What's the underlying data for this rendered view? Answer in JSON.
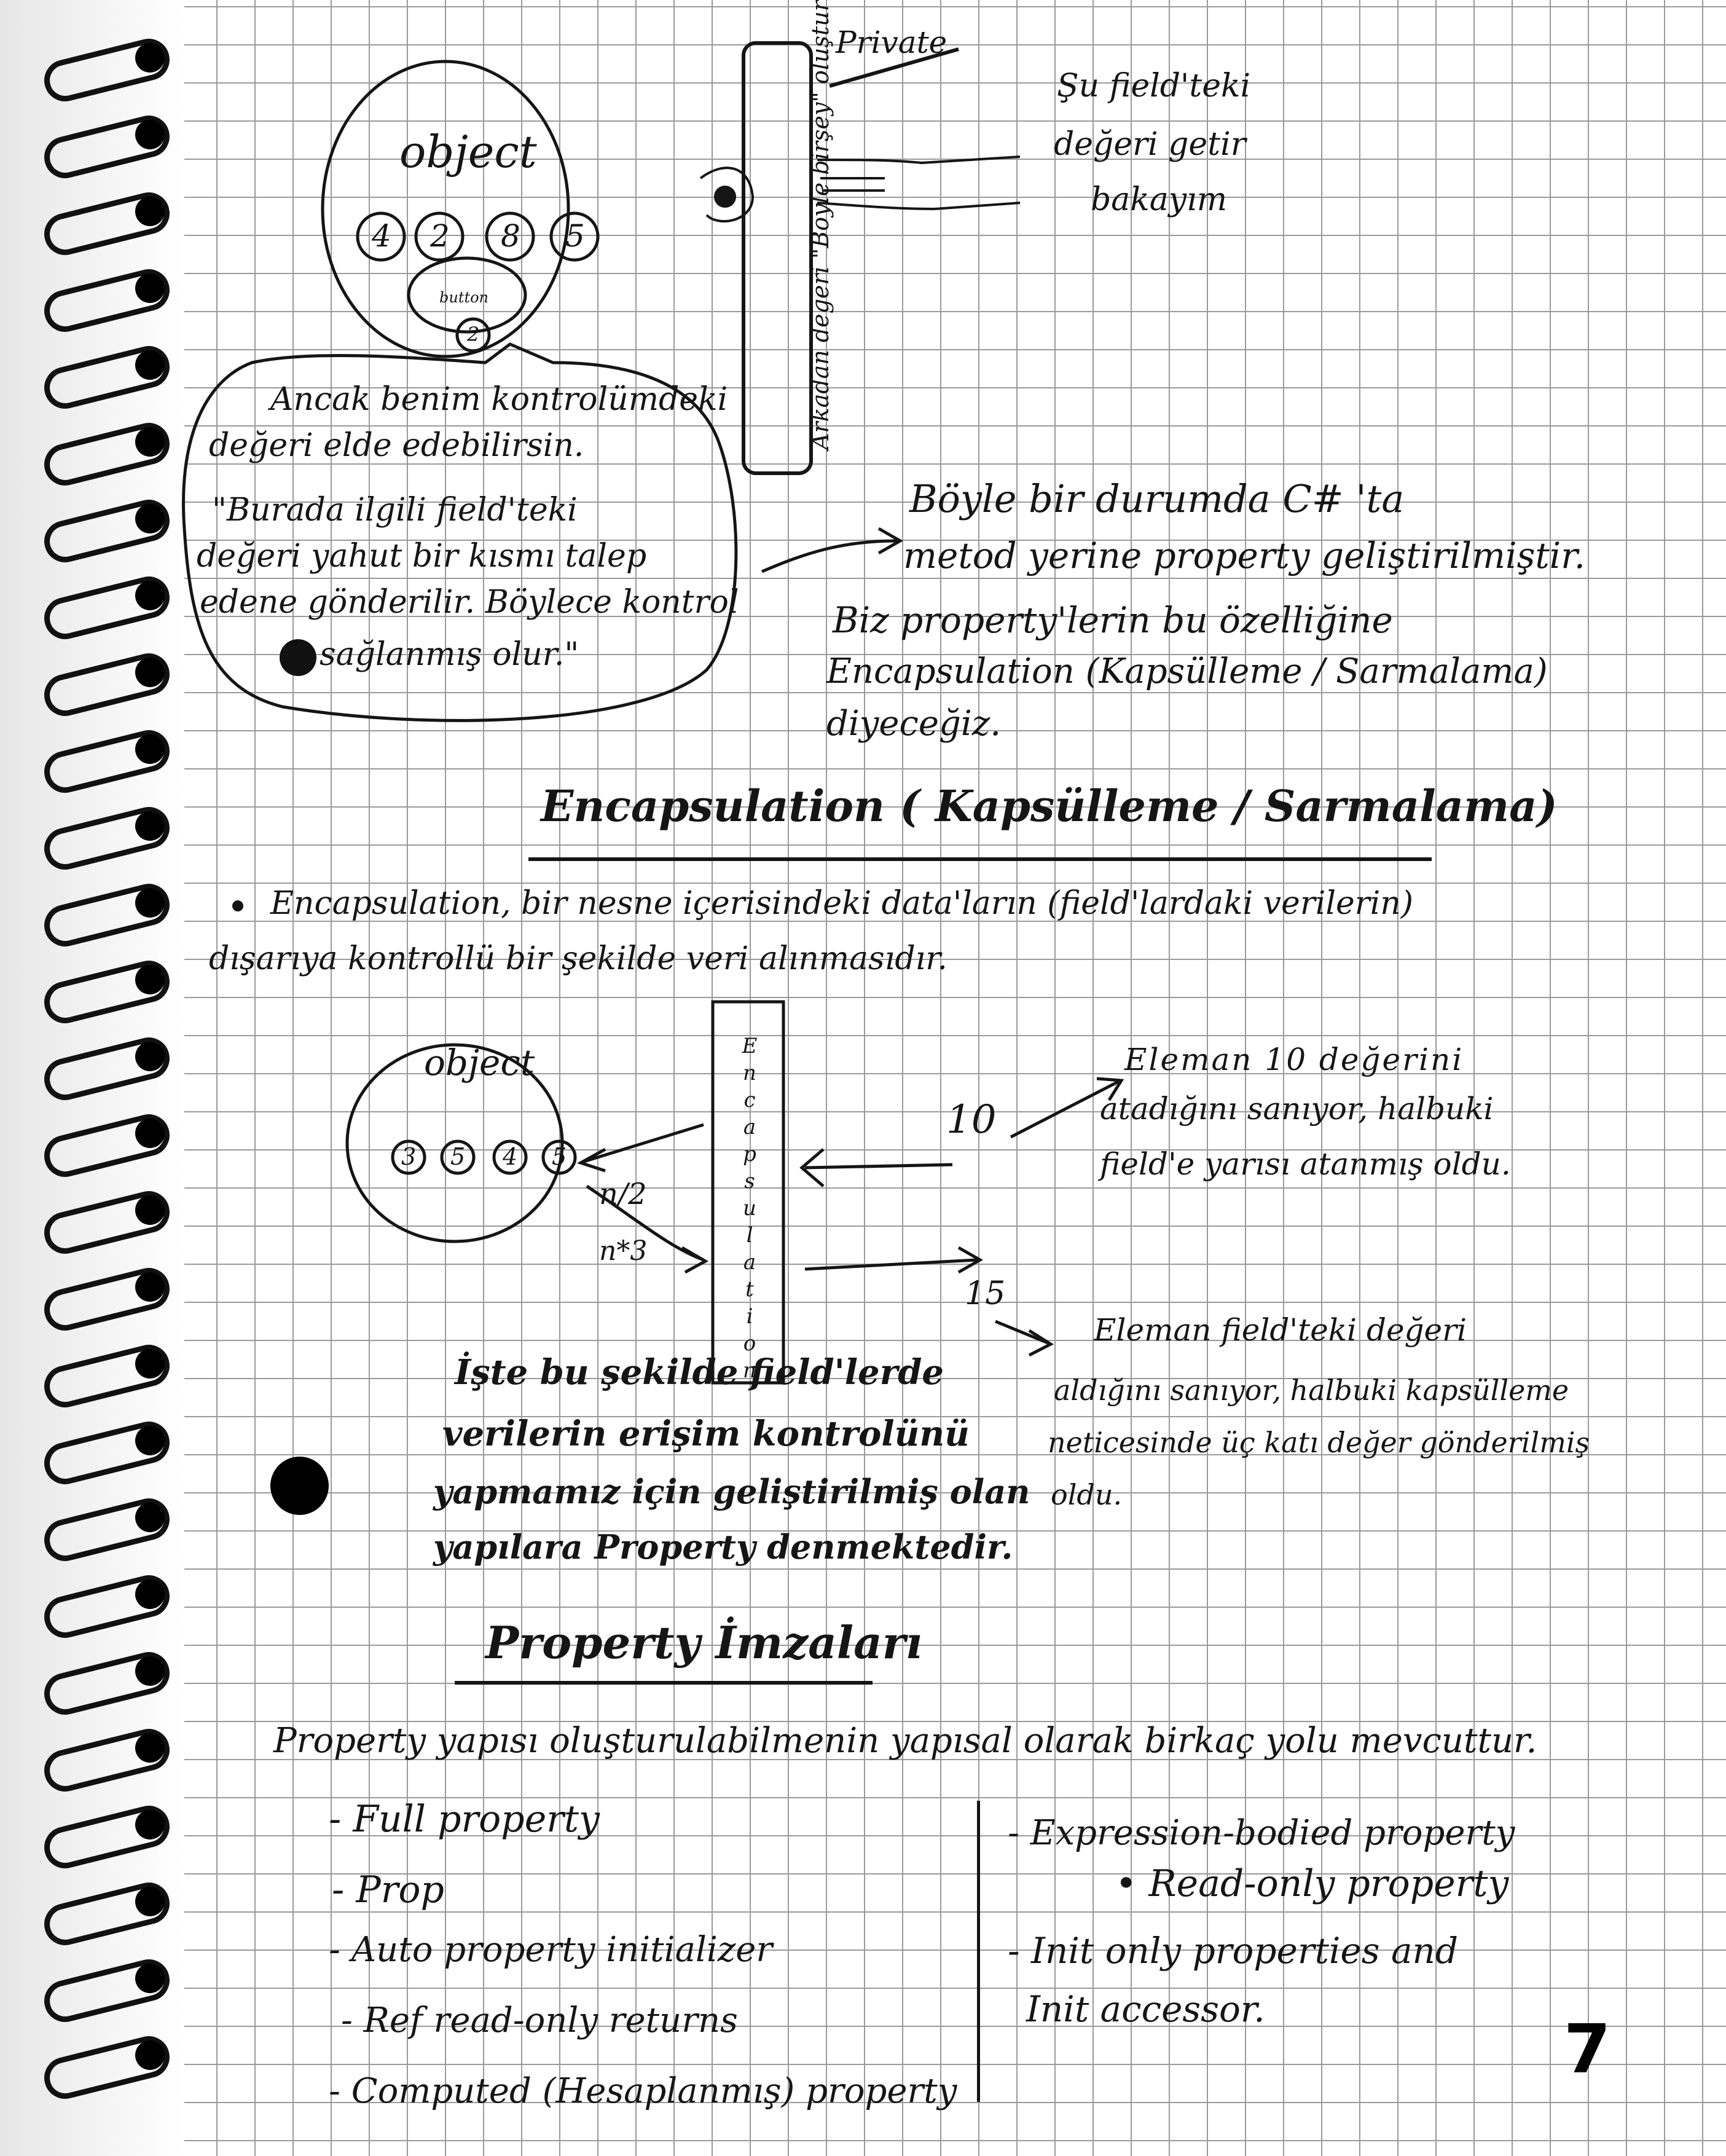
{
  "sketch1": {
    "object_label": "object",
    "field_values": [
      "4",
      "2",
      "8",
      "5"
    ],
    "button_label": "button",
    "button_value": "2"
  },
  "bubble": {
    "line1": "Ancak benim kontrolümdeki",
    "line2": "değeri elde edebilirsin.",
    "line3": "\"Burada ilgili field'teki",
    "line4": "değeri yahut bir kısmı talep",
    "line5": "edene gönderilir. Böylece kontrol",
    "line6": "sağlanmış olur.\""
  },
  "gate": {
    "label": "Private",
    "vertical_text": "Arkadan değeri \"Böyle birşey\" oluşturuyor"
  },
  "hand_note": [
    "Şu field'teki",
    "değeri getir",
    "bakayım"
  ],
  "csharp_note": {
    "line1": "Böyle bir durumda C# 'ta",
    "line2": "metod yerine property geliştirilmiştir.",
    "line3": "Biz property'lerin bu özelliğine",
    "line4": "Encapsulation (Kapsülleme / Sarmalama)",
    "line5": "diyeceğiz."
  },
  "section1": {
    "title": "Encapsulation ( Kapsülleme / Sarmalama)",
    "bullet_line1": "Encapsulation, bir nesne içerisindeki data'ların (field'lardaki verilerin)",
    "bullet_line2": "dışarıya kontrollü bir şekilde veri alınmasıdır."
  },
  "diagram2": {
    "object_label": "object",
    "field_values": [
      "3",
      "5",
      "4",
      "5"
    ],
    "gate_letters": [
      "E",
      "n",
      "c",
      "a",
      "p",
      "s",
      "u",
      "l",
      "a",
      "t",
      "i",
      "o",
      "n"
    ],
    "half_label": "n/2",
    "triple_label": "n*3",
    "in_value": "10",
    "out_value": "15"
  },
  "right_note1": [
    "Eleman 10 değerini",
    "atadığını sanıyor, halbuki",
    "field'e yarısı atanmış oldu."
  ],
  "right_note2": [
    "Eleman field'teki değeri",
    "aldığını sanıyor, halbuki kapsülleme",
    "neticesinde üç katı değer gönderilmiş",
    "oldu."
  ],
  "center_note": [
    "İşte bu şekilde field'lerde",
    "verilerin erişim kontrolünü",
    "yapmamız için geliştirilmiş olan",
    "yapılara Property denmektedir."
  ],
  "section2": {
    "title": "Property İmzaları",
    "intro": "Property yapısı oluşturulabilmenin yapısal olarak birkaç yolu mevcuttur.",
    "left_items": [
      "- Full property",
      "- Prop",
      "- Auto property initializer",
      "- Ref read-only returns",
      "- Computed (Hesaplanmış) property"
    ],
    "right_items": [
      "- Expression-bodied property",
      "• Read-only property",
      "- Init only properties and",
      "Init accessor."
    ]
  },
  "page_number": "7"
}
